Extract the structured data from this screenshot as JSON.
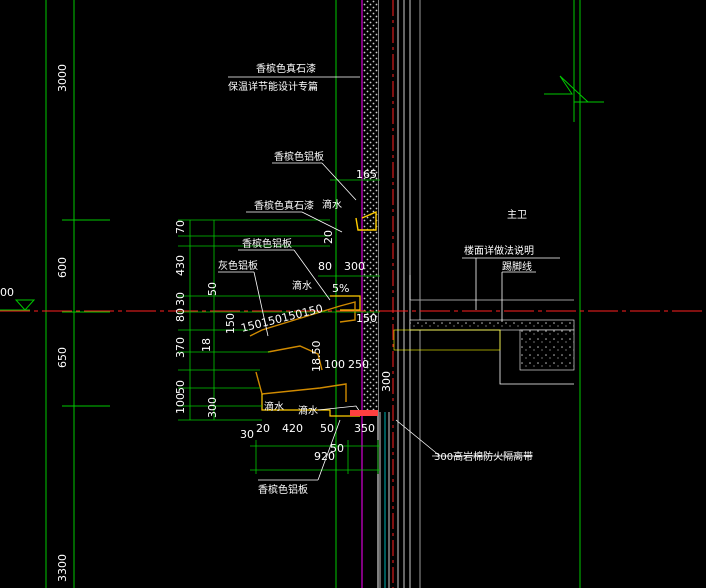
{
  "colors": {
    "background": "#000000",
    "green_line": "#00c800",
    "grey_line": "#9a9a9a",
    "white_line": "#ffffff",
    "red_axis": "#ff2020",
    "magenta": "#ff00ff",
    "yellow": "#ffcc00",
    "orange": "#d08a00",
    "cyan": "#00e0e0",
    "blue": "#2040ff"
  },
  "labels": {
    "coating_1": "香槟色真石漆",
    "insulation": "保温详节能设计专篇",
    "alu_panel_1": "香槟色铝板",
    "coating_2": "香槟色真石漆",
    "alu_panel_2": "香槟色铝板",
    "grey_panel": "灰色铝板",
    "drip_1": "滴水",
    "drip_2": "滴水",
    "drip_3": "滴水",
    "drip_4": "滴水",
    "alu_panel_3": "香槟色铝板",
    "firestop": "300高岩棉防火隔离带",
    "bathroom": "主卫",
    "floor_note": "楼面详做法说明",
    "skirting": "踢脚线"
  },
  "dims": {
    "top_level": "3000",
    "bottom_level": "3300",
    "left_level": "00",
    "h600": "600",
    "h650": "650",
    "d165": "165",
    "d70": "70",
    "d20a": "20",
    "d430": "430",
    "d80": "80",
    "d300a": "300",
    "d50a": "50",
    "d5pct": "5%",
    "d150a": "150",
    "stack_150": "150150150150",
    "d80b": "80",
    "d30a": "30",
    "d150b": "150",
    "d18_50": "18.50",
    "d370": "370",
    "d100": "100",
    "d250": "250",
    "d300b": "300",
    "d18": "18",
    "d50b": "50",
    "d100b": "100",
    "d300c": "300",
    "d30b": "30",
    "d20b": "20",
    "d420": "420",
    "d50c": "50",
    "d350": "350",
    "d920": "920",
    "d50d": "50"
  }
}
